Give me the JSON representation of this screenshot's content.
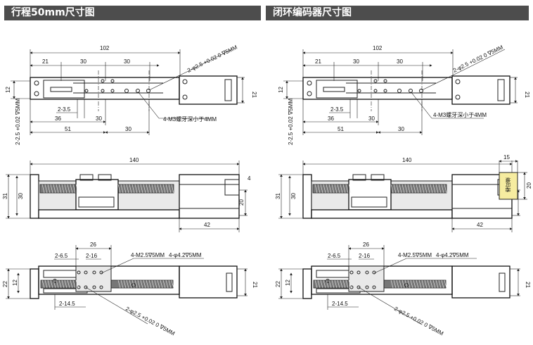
{
  "headers": {
    "left": "行程50mm尺寸图",
    "right": "闭环编码器尺寸图"
  },
  "top_view": {
    "overall": "102",
    "d21": "21",
    "d30a": "30",
    "d30b": "30",
    "height": "21",
    "width12": "12",
    "hole_callout": "2-φ2.5 +0.02 0 ∇5MM",
    "tol": "+0.02",
    "tol0": "0",
    "depth": "∇5MM",
    "thread_callout": "4-M3螺牙深小于4MM",
    "d35": "2-3.5",
    "d36": "36",
    "d30c": "30",
    "d51": "51",
    "d30d": "30",
    "side_callout": "2-2.5 +0.02 ∇5MM"
  },
  "side_view": {
    "length": "140",
    "h31": "31",
    "h30": "30",
    "h20": "20",
    "motor_len": "42",
    "edge4": "4",
    "encoder_w": "15",
    "encoder_label": "编码器"
  },
  "bottom_view": {
    "d26": "26",
    "d65": "2-6.5",
    "d16": "2-16",
    "m25": "4-M2.5∇5MM",
    "phi42": "4-φ4.2∇5MM",
    "h22": "22",
    "h12": "12",
    "h21": "21",
    "d145": "2-14.5",
    "pin_callout": "2-φ2.5 +0.02 0 ∇5MM"
  }
}
